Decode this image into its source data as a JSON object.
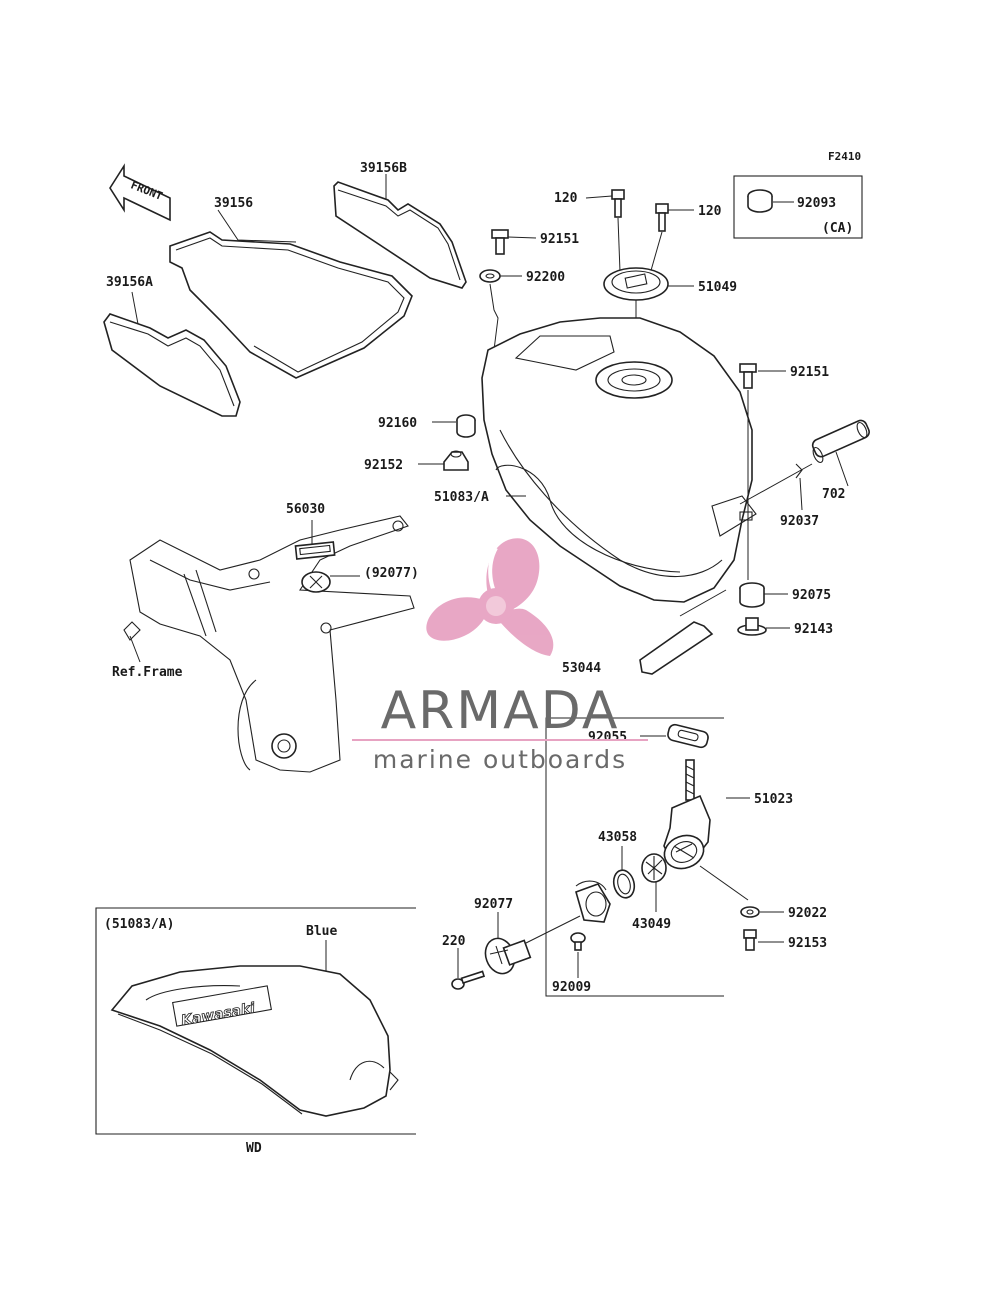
{
  "figure_code": "F2410",
  "front_label": "FRONT",
  "labels": {
    "p39156B": "39156B",
    "p39156": "39156",
    "p39156A": "39156A",
    "p120_left": "120",
    "p120_right": "120",
    "p92093": "92093",
    "ca": "(CA)",
    "p92151_top": "92151",
    "p92200": "92200",
    "p51049": "51049",
    "p92151_mid": "92151",
    "p92160": "92160",
    "p92152": "92152",
    "p51083A": "51083/A",
    "p702": "702",
    "p92037": "92037",
    "p56030": "56030",
    "p92077_ref": "(92077)",
    "ref_frame": "Ref.Frame",
    "p92075": "92075",
    "p92143": "92143",
    "p53044": "53044",
    "p92055": "92055",
    "p51023": "51023",
    "p43058": "43058",
    "p92077": "92077",
    "p43049": "43049",
    "p92022": "92022",
    "p220": "220",
    "p92153": "92153",
    "p92009": "92009",
    "inset_ref": "(51083/A)",
    "blue": "Blue",
    "inset_logo": "Kawasaki",
    "wd": "WD"
  },
  "watermark": {
    "brand": "ARMADA",
    "tagline": "marine outboards",
    "logo_color": "#e7a3c2",
    "text_color": "#6a6a6a"
  }
}
